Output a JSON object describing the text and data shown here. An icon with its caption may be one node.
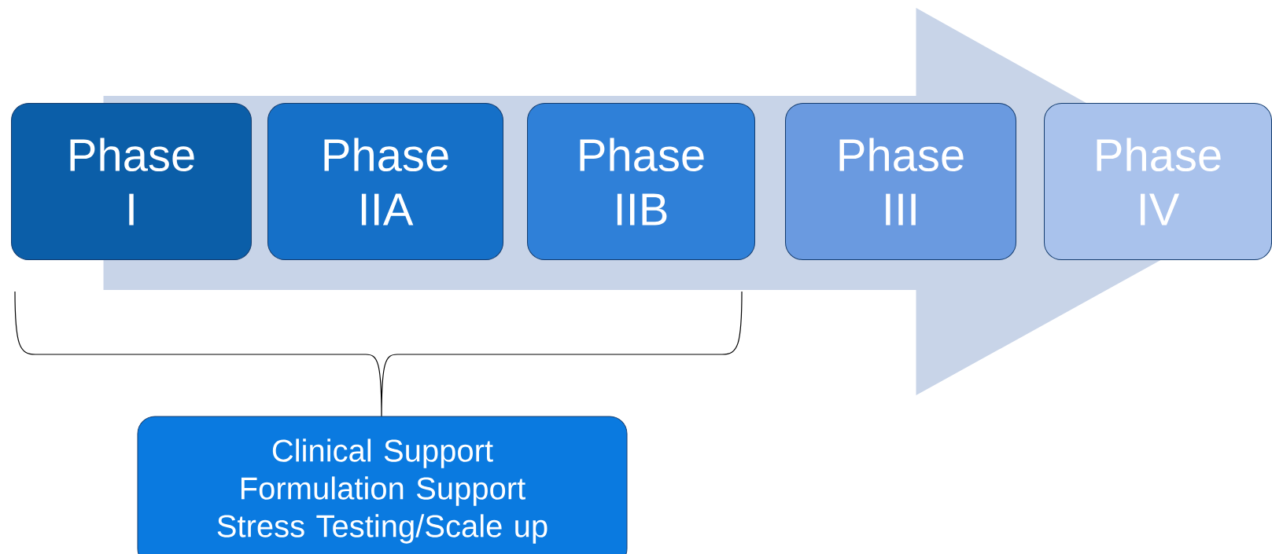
{
  "diagram": {
    "nodes": [
      {
        "text": [
          "Phase I"
        ]
      },
      {
        "text": [
          "Phase IIA"
        ]
      },
      {
        "text": [
          "Phase IIB"
        ]
      },
      {
        "text": [
          "Phase III"
        ]
      },
      {
        "text": [
          "Phase IV"
        ]
      },
      {
        "text": [
          "Clinical Support",
          "Formulation Support",
          "Stress Testing/Scale up"
        ]
      }
    ],
    "edges": [
      {
        "from": 0,
        "to": 4,
        "arrow": "to"
      }
    ]
  }
}
